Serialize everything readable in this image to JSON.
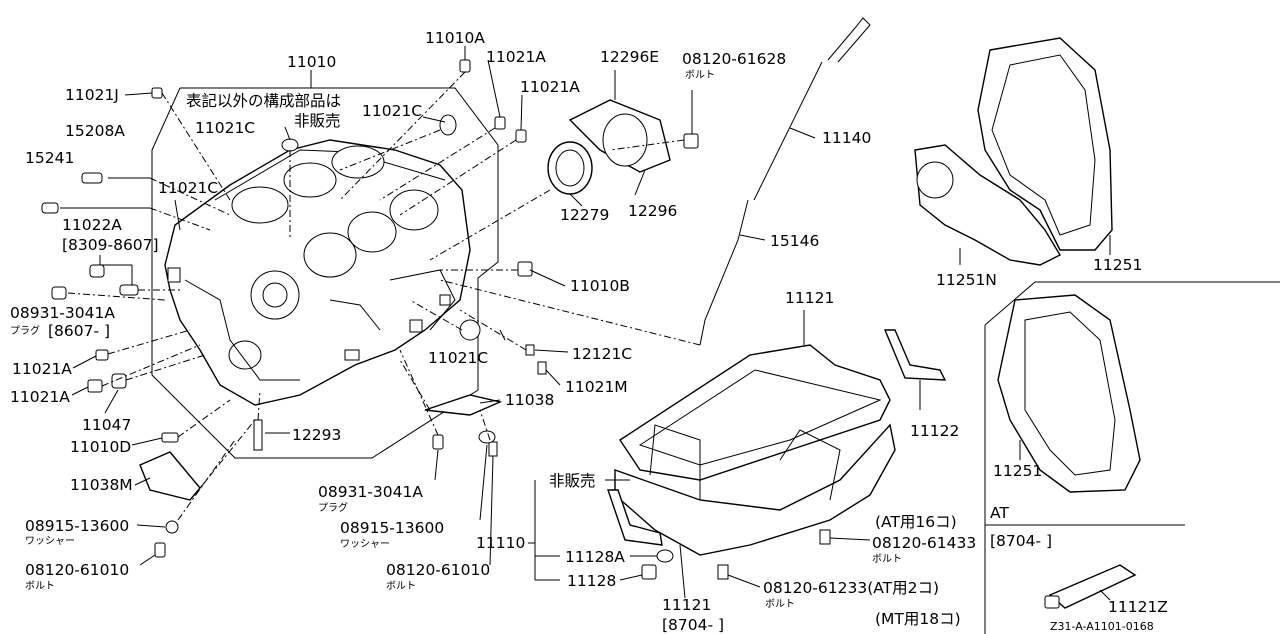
{
  "labels": {
    "p11010": "11010",
    "p11010A": "11010A",
    "p11021A_1": "11021A",
    "p11021A_2": "11021A",
    "p12296E": "12296E",
    "p08120_61628": "08120-61628",
    "bolt_1": "ボルト",
    "p11021J": "11021J",
    "note_not_sold_1": "表記以外の構成部品は",
    "note_not_sold_2": "非販売",
    "p11021C_1": "11021C",
    "p11021C_2": "11021C",
    "p15208A": "15208A",
    "p15241": "15241",
    "p11021C_3": "11021C",
    "p11140": "11140",
    "p12279": "12279",
    "p12296": "12296",
    "p11022A": "11022A",
    "r8309_8607": "[8309-8607]",
    "p15146": "15146",
    "p11010B": "11010B",
    "p11251N": "11251N",
    "p11251_1": "11251",
    "p08931_3041A_1": "08931-3041A",
    "plug_1": "プラグ",
    "r8607_1": "[8607-     ]",
    "p11121_top": "11121",
    "p11021C_4": "11021C",
    "p12121C": "12121C",
    "p11021A_3": "11021A",
    "p11021M": "11021M",
    "p11021A_4": "11021A",
    "p11047": "11047",
    "p11038": "11038",
    "p11122": "11122",
    "p12293": "12293",
    "p11010D": "11010D",
    "p11038M": "11038M",
    "p08931_3041A_2": "08931-3041A",
    "plug_2": "プラグ",
    "not_sold": "非販売",
    "p11251_2": "11251",
    "p08915_13600_1": "08915-13600",
    "washer_1": "ワッシャー",
    "p08915_13600_2": "08915-13600",
    "washer_2": "ワッシャー",
    "at16": "(AT用16コ)",
    "at_label": "AT",
    "p11110": "11110",
    "p08120_61433": "08120-61433",
    "bolt_2": "ボルト",
    "r8704_1": "[8704-          ]",
    "p11128A": "11128A",
    "p08120_61010_1": "08120-61010",
    "bolt_3": "ボルト",
    "p08120_61010_2": "08120-61010",
    "bolt_4": "ボルト",
    "p11128": "11128",
    "p08120_61233": "08120-61233(AT用2コ)",
    "bolt_5": "ボルト",
    "p11121_bot": "11121",
    "p11121Z": "11121Z",
    "mt18": "(MT用18コ)",
    "r8704_2": "[8704-          ]",
    "diagram_code": "Z31-A-A1101-0168"
  }
}
